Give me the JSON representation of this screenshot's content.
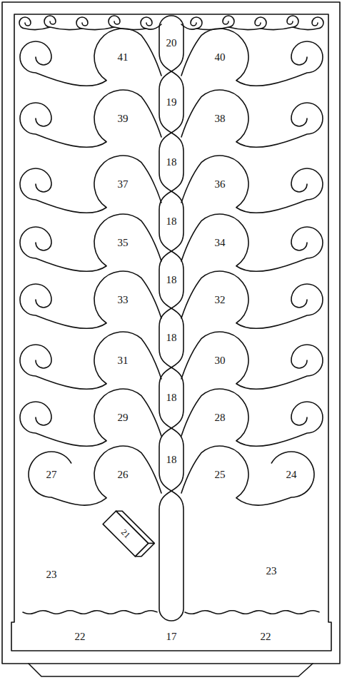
{
  "diagram": {
    "labels": [
      "20",
      "41",
      "40",
      "19",
      "39",
      "38",
      "18",
      "37",
      "36",
      "18",
      "35",
      "34",
      "18",
      "33",
      "32",
      "18",
      "31",
      "30",
      "18",
      "29",
      "28",
      "18",
      "27",
      "26",
      "25",
      "24",
      "21",
      "23",
      "23",
      "22",
      "17",
      "22"
    ]
  }
}
